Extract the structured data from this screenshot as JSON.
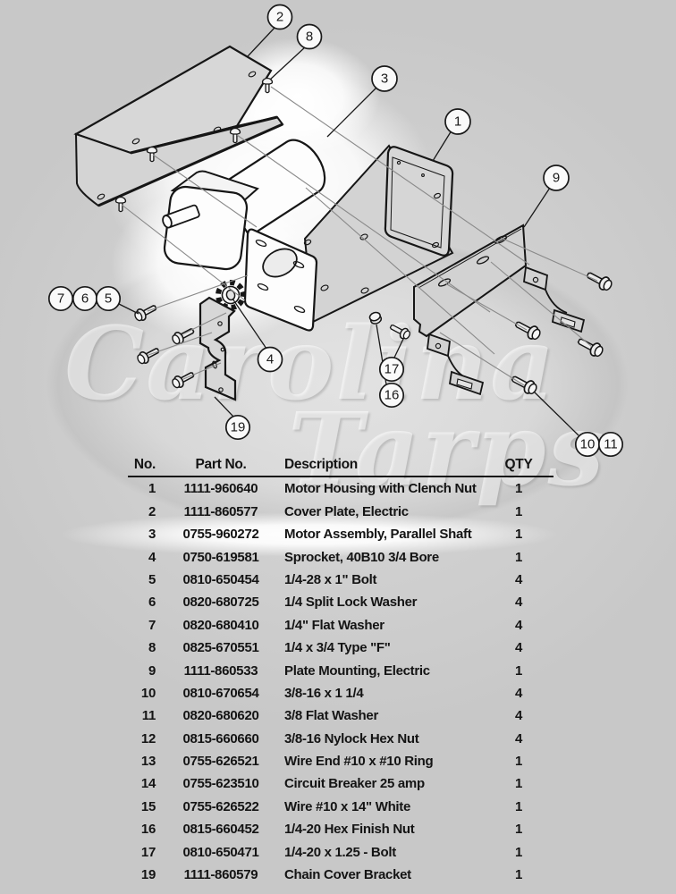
{
  "watermark": {
    "line1": "Carolina",
    "line2": "Tarps"
  },
  "diagram": {
    "callouts": [
      {
        "label": "2"
      },
      {
        "label": "8"
      },
      {
        "label": "3"
      },
      {
        "label": "1"
      },
      {
        "label": "9"
      },
      {
        "label": "7"
      },
      {
        "label": "6"
      },
      {
        "label": "5"
      },
      {
        "label": "4"
      },
      {
        "label": "17"
      },
      {
        "label": "16"
      },
      {
        "label": "19"
      },
      {
        "label": "10"
      },
      {
        "label": "11"
      }
    ]
  },
  "table": {
    "headers": {
      "no": "No.",
      "part": "Part No.",
      "desc": "Description",
      "qty": "QTY"
    },
    "highlighted_no": "3",
    "rows": [
      {
        "no": "1",
        "part": "1111-960640",
        "desc": "Motor Housing with Clench Nut",
        "qty": "1"
      },
      {
        "no": "2",
        "part": "1111-860577",
        "desc": "Cover Plate, Electric",
        "qty": "1"
      },
      {
        "no": "3",
        "part": "0755-960272",
        "desc": "Motor Assembly, Parallel Shaft",
        "qty": "1"
      },
      {
        "no": "4",
        "part": "0750-619581",
        "desc": "Sprocket, 40B10 3/4 Bore",
        "qty": "1"
      },
      {
        "no": "5",
        "part": "0810-650454",
        "desc": "1/4-28 x 1\" Bolt",
        "qty": "4"
      },
      {
        "no": "6",
        "part": "0820-680725",
        "desc": "1/4 Split Lock Washer",
        "qty": "4"
      },
      {
        "no": "7",
        "part": "0820-680410",
        "desc": "1/4\" Flat Washer",
        "qty": "4"
      },
      {
        "no": "8",
        "part": "0825-670551",
        "desc": "1/4 x 3/4 Type \"F\"",
        "qty": "4"
      },
      {
        "no": "9",
        "part": "1111-860533",
        "desc": "Plate Mounting, Electric",
        "qty": "1"
      },
      {
        "no": "10",
        "part": "0810-670654",
        "desc": "3/8-16 x 1 1/4",
        "qty": "4"
      },
      {
        "no": "11",
        "part": "0820-680620",
        "desc": "3/8 Flat Washer",
        "qty": "4"
      },
      {
        "no": "12",
        "part": "0815-660660",
        "desc": "3/8-16 Nylock Hex Nut",
        "qty": "4"
      },
      {
        "no": "13",
        "part": "0755-626521",
        "desc": "Wire End #10 x #10 Ring",
        "qty": "1"
      },
      {
        "no": "14",
        "part": "0755-623510",
        "desc": "Circuit Breaker 25 amp",
        "qty": "1"
      },
      {
        "no": "15",
        "part": "0755-626522",
        "desc": "Wire #10 x 14\" White",
        "qty": "1"
      },
      {
        "no": "16",
        "part": "0815-660452",
        "desc": "1/4-20 Hex Finish Nut",
        "qty": "1"
      },
      {
        "no": "17",
        "part": "0810-650471",
        "desc": "1/4-20 x 1.25 - Bolt",
        "qty": "1"
      },
      {
        "no": "19",
        "part": "1111-860579",
        "desc": "Chain Cover Bracket",
        "qty": "1"
      }
    ]
  },
  "colors": {
    "background": "#cdcdcd",
    "line": "#161616",
    "leader_gray": "#8a8a8a",
    "glow": "#ffffff"
  }
}
